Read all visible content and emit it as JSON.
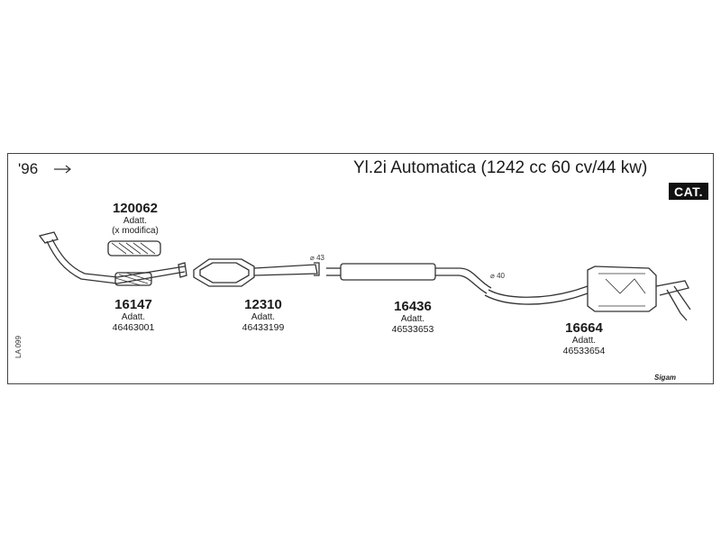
{
  "header": {
    "year": "'96",
    "arrow": "→",
    "title": "Yl.2i Automatica (1242 cc 60 cv/44 kw)",
    "badge": "CAT."
  },
  "sidebar": {
    "ref": "LA 099"
  },
  "logo": "Sigam",
  "parts": [
    {
      "code": "120062",
      "line1": "Adatt.",
      "line2": "(x modifica)"
    },
    {
      "code": "16147",
      "line1": "Adatt.",
      "line2": "46463001"
    },
    {
      "code": "12310",
      "line1": "Adatt.",
      "line2": "46433199"
    },
    {
      "code": "16436",
      "line1": "Adatt.",
      "line2": "46533653"
    },
    {
      "code": "16664",
      "line1": "Adatt.",
      "line2": "46533654"
    }
  ],
  "diameters": {
    "d1": "43",
    "d2": "40",
    "symbol": "⌀"
  },
  "colors": {
    "line": "#333333",
    "badge_bg": "#111111",
    "badge_fg": "#ffffff"
  }
}
